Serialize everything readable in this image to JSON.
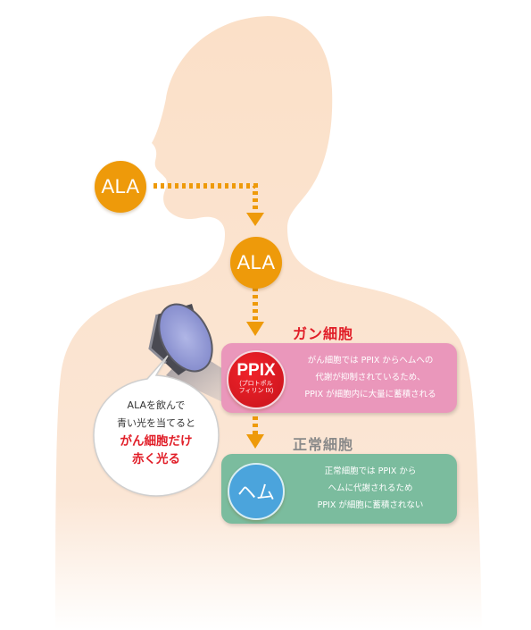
{
  "mouth_ala_label": "ALA",
  "neck_ala_label": "ALA",
  "cancer": {
    "heading": "ガン細胞",
    "molecule": "PPIX",
    "molecule_sub": "(プロトポルフィリン IX)",
    "lines": [
      "がん細胞では PPIX からヘムへの",
      "代謝が抑制されているため、",
      "PPIX が細胞内に大量に蓄積される"
    ]
  },
  "normal": {
    "heading": "正常細胞",
    "molecule": "ヘム",
    "lines": [
      "正常細胞では PPIX から",
      "ヘムに代謝されるため",
      "PPIX が細胞に蓄積されない"
    ]
  },
  "bubble": {
    "line1": "ALAを飲んで",
    "line2": "青い光を当てると",
    "line3": "がん細胞だけ",
    "line4": "赤く光る"
  },
  "colors": {
    "ala_orange": "#ee9a0a",
    "cancer_box": "#ea97bb",
    "normal_box": "#7bbc9e",
    "ppix_red": "#e11e28",
    "heme_blue": "#4ba4dc",
    "body_skin": "#fbe3cf"
  }
}
